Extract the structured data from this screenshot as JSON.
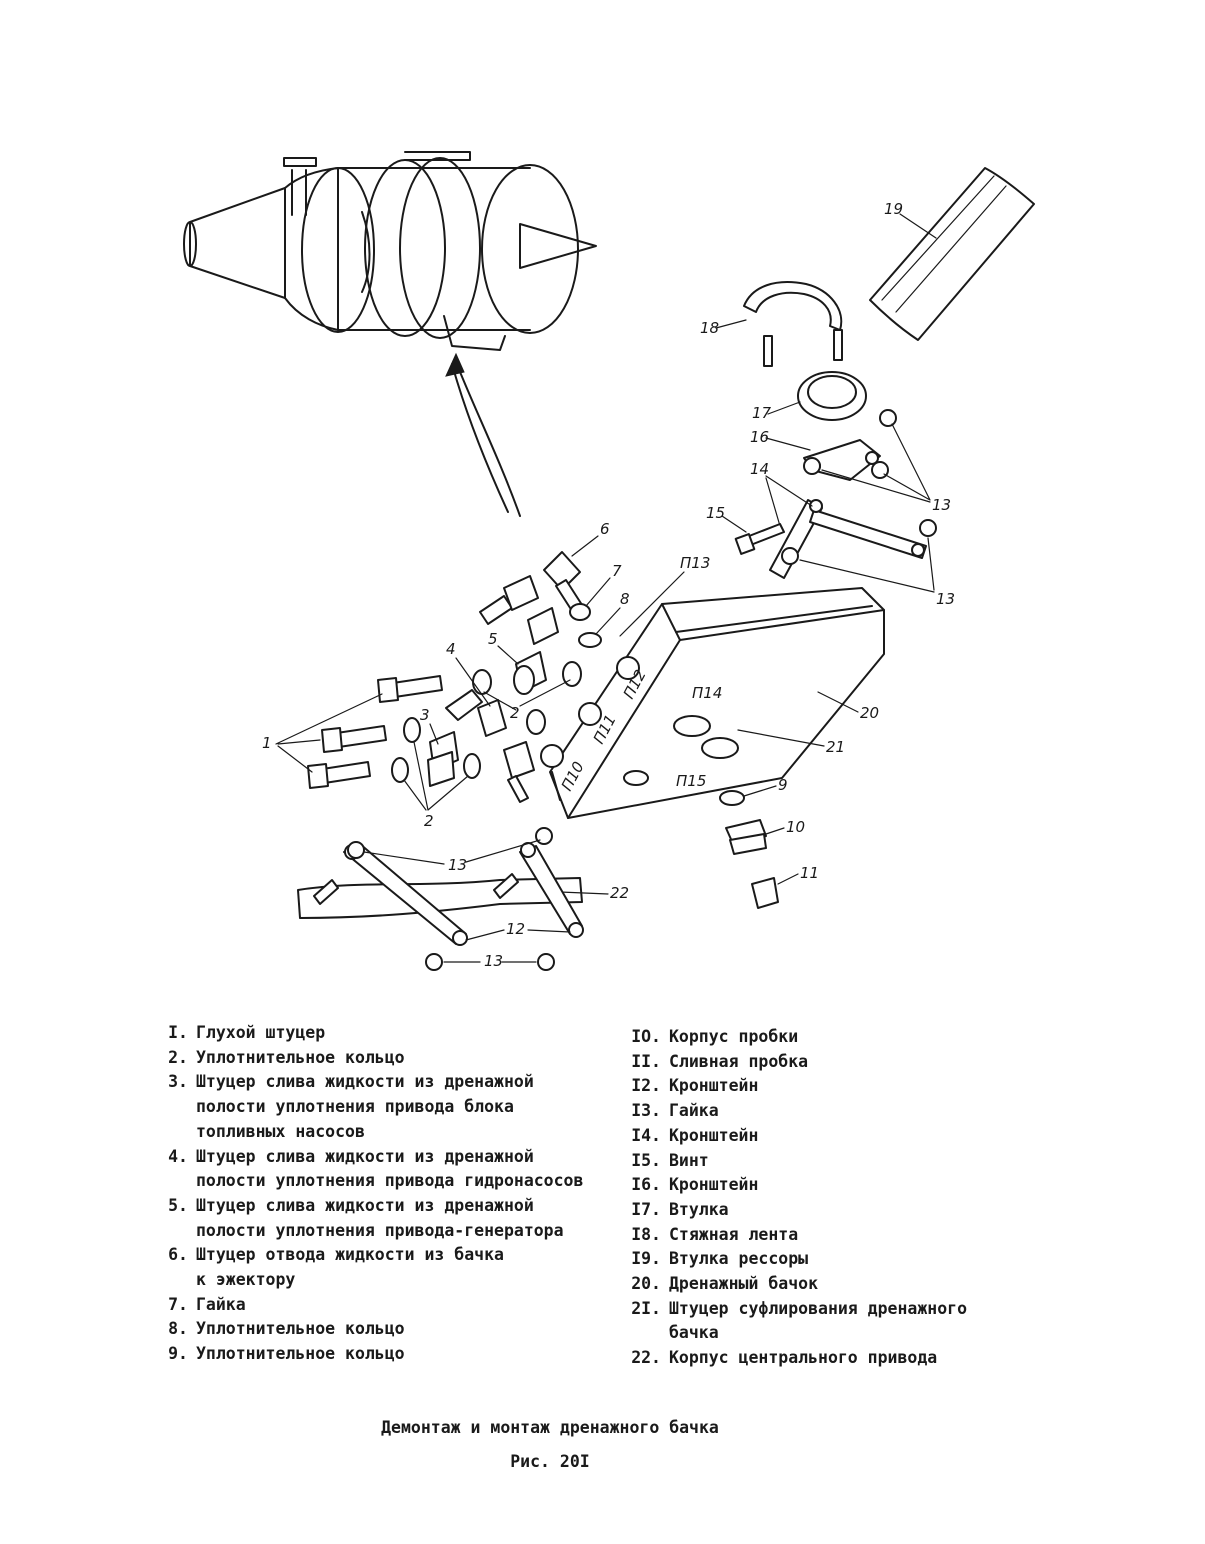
{
  "diagram": {
    "callouts": [
      "1",
      "2",
      "2",
      "3",
      "4",
      "5",
      "6",
      "7",
      "8",
      "9",
      "10",
      "11",
      "12",
      "13",
      "13",
      "13",
      "13",
      "14",
      "15",
      "16",
      "17",
      "18",
      "19",
      "20",
      "21",
      "22"
    ],
    "port_labels": [
      "П10",
      "П11",
      "П12",
      "П13",
      "П14",
      "П15"
    ]
  },
  "legend": {
    "left": [
      {
        "num": "I.",
        "text": "Глухой штуцер"
      },
      {
        "num": "2.",
        "text": "Уплотнительное кольцо"
      },
      {
        "num": "3.",
        "text": "Штуцер слива жидкости из дренажной\nполости уплотнения привода блока\nтопливных насосов"
      },
      {
        "num": "4.",
        "text": "Штуцер слива жидкости из дренажной\nполости уплотнения привода гидронасосов"
      },
      {
        "num": "5.",
        "text": "Штуцер слива жидкости из дренажной\nполости уплотнения привода-генератора"
      },
      {
        "num": "6.",
        "text": "Штуцер отвода жидкости из бачка\nк эжектору"
      },
      {
        "num": "7.",
        "text": "Гайка"
      },
      {
        "num": "8.",
        "text": "Уплотнительное кольцо"
      },
      {
        "num": "9.",
        "text": "Уплотнительное кольцо"
      }
    ],
    "right": [
      {
        "num": "IO.",
        "text": "Корпус пробки"
      },
      {
        "num": "II.",
        "text": "Сливная пробка"
      },
      {
        "num": "I2.",
        "text": "Кронштейн"
      },
      {
        "num": "I3.",
        "text": "Гайка"
      },
      {
        "num": "I4.",
        "text": "Кронштейн"
      },
      {
        "num": "I5.",
        "text": "Винт"
      },
      {
        "num": "I6.",
        "text": "Кронштейн"
      },
      {
        "num": "I7.",
        "text": "Втулка"
      },
      {
        "num": "I8.",
        "text": "Стяжная лента"
      },
      {
        "num": "I9.",
        "text": "Втулка рессоры"
      },
      {
        "num": "20.",
        "text": "Дренажный бачок"
      },
      {
        "num": "2I.",
        "text": "Штуцер суфлирования дренажного\nбачка"
      },
      {
        "num": "22.",
        "text": "Корпус центрального привода"
      }
    ]
  },
  "caption": {
    "title": "Демонтаж и монтаж дренажного бачка",
    "figure": "Рис. 20I"
  }
}
